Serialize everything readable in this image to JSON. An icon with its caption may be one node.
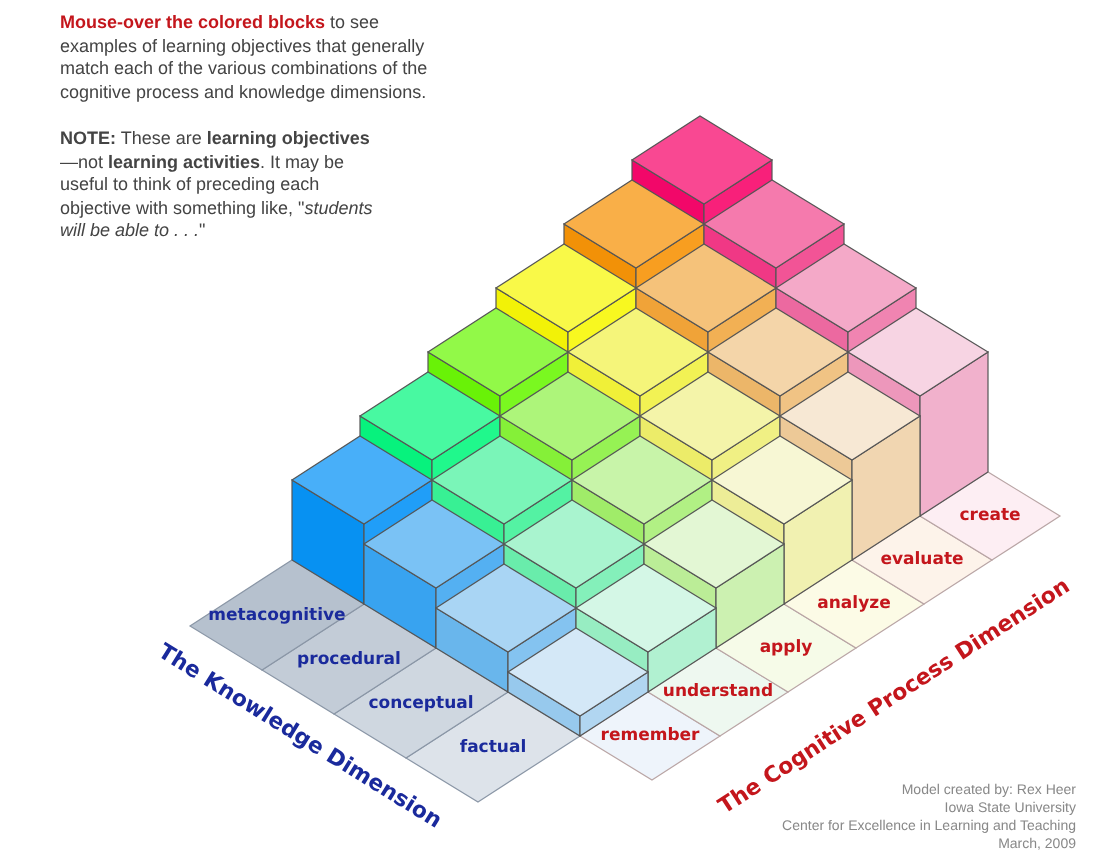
{
  "diagram": {
    "labels": [
      "**Mouse-over the colored blocks** to see examples of learning objectives that generally match each of the various combinations of the cognitive process and knowledge dimensions.",
      "**NOTE:** These are **learning objectives**—not **learning activities**. It may be useful to think of preceding each objective with something like, \"*students will be able to . . .*\"",
      "metacognitive",
      "procedural",
      "conceptual",
      "factual",
      "The Knowledge Dimension",
      "create",
      "evaluate",
      "analyze",
      "apply",
      "understand",
      "remember",
      "The Cognitive Process Dimension",
      "Model created by: Rex Heer",
      "Iowa State University",
      "Center for Excellence in Learning and Teaching",
      "March, 2009"
    ]
  }
}
